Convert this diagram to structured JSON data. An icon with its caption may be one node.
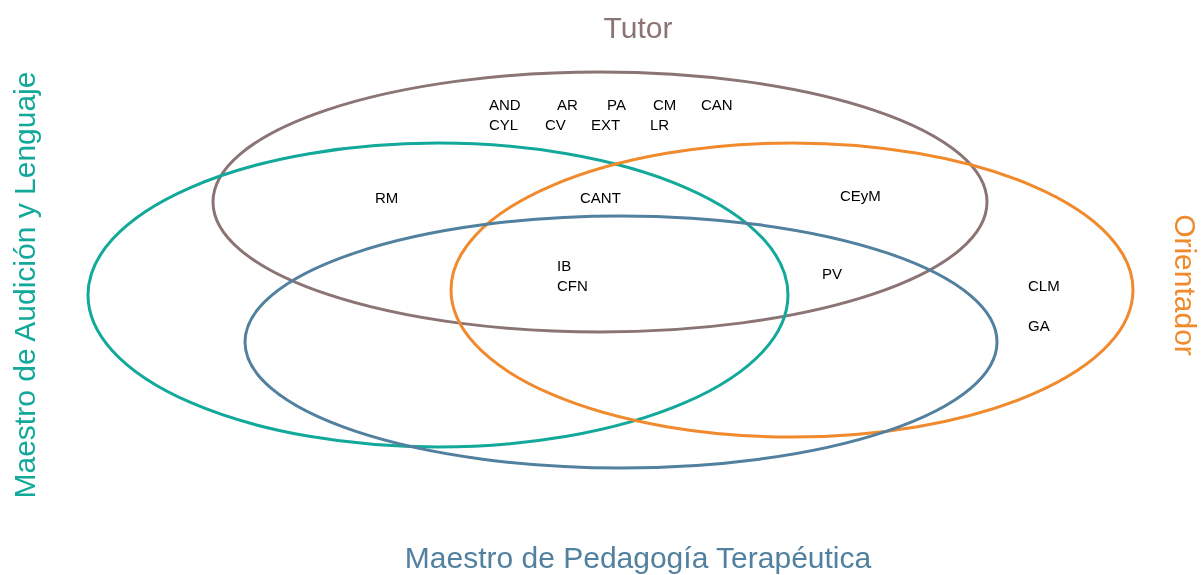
{
  "diagram": {
    "nodes": [
      {
        "text": [
          "Tutor"
        ]
      },
      {
        "text": [
          "Maestro de Audición y Lenguaje"
        ]
      },
      {
        "text": [
          "Orientador"
        ]
      },
      {
        "text": [
          "Maestro de Pedagogía Terapéutica"
        ]
      }
    ],
    "labels": [
      "AND",
      "AR",
      "PA",
      "CM",
      "CAN",
      "CYL",
      "CV",
      "EXT",
      "LR",
      "RM",
      "CANT",
      "CEyM",
      "IB",
      "CFN",
      "PV",
      "CLM",
      "GA"
    ]
  }
}
